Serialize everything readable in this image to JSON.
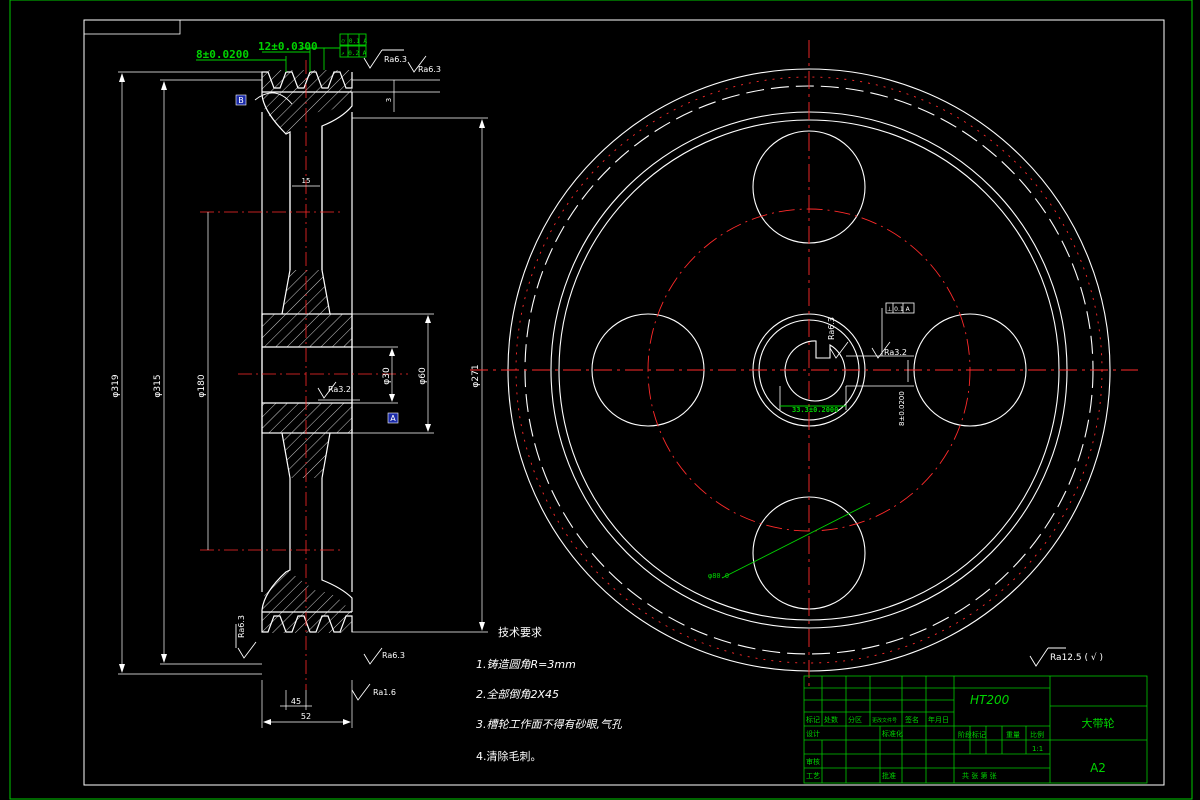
{
  "colors": {
    "background": "#000000",
    "geometry": "#ffffff",
    "centerline": "#ff2a2a",
    "dimension": "#00d400",
    "frame": "#00c800",
    "label_marker": "#1a2aa8"
  },
  "dimensions": {
    "tol_a": "8±0.0200",
    "tol_b": "12±0.0300",
    "dia_outer": "φ319",
    "dia_pitch": "φ315",
    "dia_web": "φ180",
    "dia_bore": "φ30",
    "dia_hub": "φ60",
    "dia_rim_inner": "φ271",
    "web_thick": "15",
    "hub_len": "45",
    "total_width": "52",
    "groove_depth": "3",
    "keyway_dim": "33.3±0.2000",
    "key_width": "8±0.0200",
    "hole_pcd": "φ80.0",
    "gtol_1": "⌭ 0.1 A",
    "gtol_2": "↗ 0.2 A",
    "gtol_3": "⊥ 0.1 A"
  },
  "roughness": {
    "ra63_a": "Ra6.3",
    "ra63_b": "Ra6.3",
    "ra32_bore": "Ra3.2",
    "ra63_c": "Ra6.3",
    "ra63_d": "Ra6.3",
    "ra16": "Ra1.6",
    "ra63_key": "Ra6.3",
    "ra32_key": "Ra3.2",
    "general": "Ra12.5 ( √ )"
  },
  "datums": {
    "a": "A",
    "b": "B"
  },
  "notes": {
    "title": "技术要求",
    "items": [
      "1.铸造圆角R=3mm",
      "2.全部倒角2X45",
      "3.槽轮工作面不得有砂眼,气孔",
      "4.清除毛刺。"
    ]
  },
  "title_block": {
    "material": "HT200",
    "part_name": "大带轮",
    "sheet": "A2",
    "scale": "1:1",
    "h_mark": "标记",
    "h_count": "处数",
    "h_zone": "分区",
    "h_docno": "更改文件号",
    "h_sign": "签名",
    "h_date": "年月日",
    "h_design": "设计",
    "h_std": "标准化",
    "h_check": "审核",
    "h_process": "工艺",
    "h_approve": "批准",
    "h_stage": "阶段标记",
    "h_weight": "重量",
    "h_ratio": "比例",
    "h_sheets": "共 张 第 张"
  }
}
